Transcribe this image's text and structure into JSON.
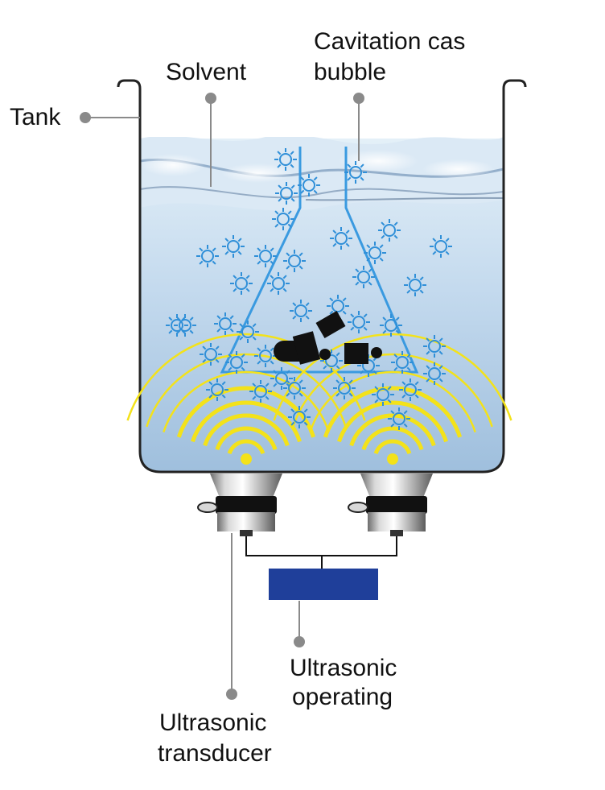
{
  "labels": {
    "tank": "Tank",
    "solvent": "Solvent",
    "cavitation_line1": "Cavitation cas",
    "cavitation_line2": "bubble",
    "operating_line1": "Ultrasonic",
    "operating_line2": "operating",
    "transducer_line1": "Ultrasonic",
    "transducer_line2": "transducer"
  },
  "colors": {
    "liquid_top": "#dcecf7",
    "liquid_bottom": "#a6c4e0",
    "bubble": "#2f8fd8",
    "flask": "#3a9ae0",
    "wave": "#f3e21a",
    "generator": "#1f3f9a",
    "leader": "#8a8a8a",
    "parts": "#111111"
  },
  "icons": {
    "bubble": "cavitation-bubble-icon",
    "transducer": "transducer-icon",
    "wave": "ultrasonic-wave-icon"
  }
}
